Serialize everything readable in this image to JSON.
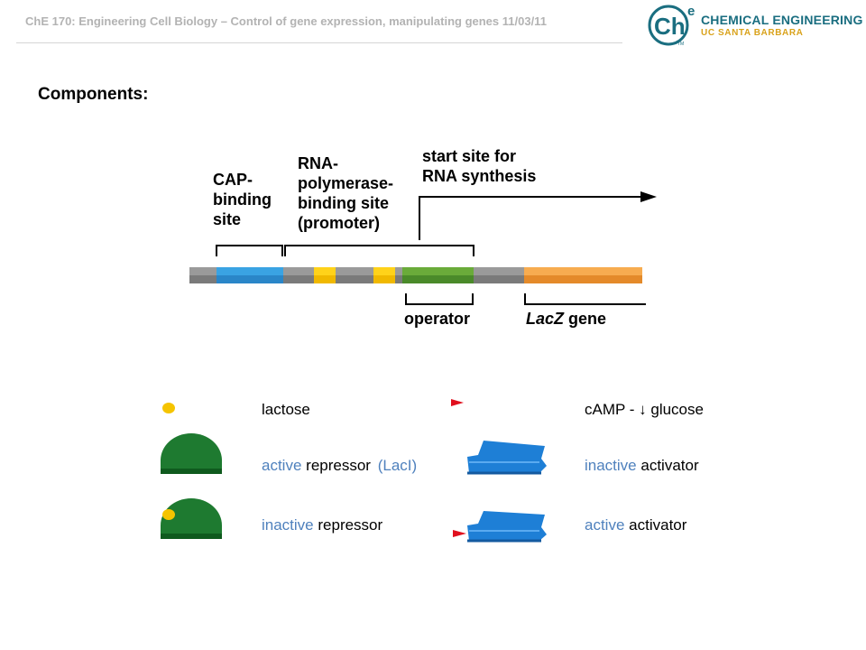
{
  "header": {
    "title": "ChE 170: Engineering Cell Biology – Control of gene expression, manipulating genes 11/03/11"
  },
  "logo": {
    "mark": "Ch",
    "superscript": "e",
    "line1": "CHEMICAL ENGINEERING",
    "line2": "UC SANTA BARBARA",
    "tm": "TM"
  },
  "section_title": "Components:",
  "diagram": {
    "labels": {
      "cap_site": "CAP-\nbinding\nsite",
      "promoter": "RNA-\npolymerase-\nbinding site\n(promoter)",
      "start_site": "start site for\nRNA synthesis",
      "operator": "operator",
      "lacz_gene_name": "LacZ",
      "lacz_gene_word": "gene"
    }
  },
  "legend": {
    "lactose": "lactose",
    "camp": "cAMP - ↓ glucose",
    "active_repressor_kw": "active",
    "active_repressor_rest": "repressor",
    "active_repressor_paren": "(LacI)",
    "inactive_activator_kw": "inactive",
    "inactive_activator_rest": "activator",
    "inactive_repressor_kw": "inactive",
    "inactive_repressor_rest": "repressor",
    "active_activator_kw": "active",
    "active_activator_rest": "activator"
  },
  "colors": {
    "dna_gray": "#8c8c8c",
    "cap_site_blue": "#3aa3e3",
    "promoter_yellow": "#ffcc00",
    "operator_green": "#5a9a2e",
    "lacz_orange": "#f5a040",
    "repressor_green": "#1e7a30",
    "activator_blue": "#1e7fd6",
    "camp_red": "#e0101e",
    "lactose_yellow": "#f5c400",
    "keyword_blue": "#4f81bd"
  }
}
